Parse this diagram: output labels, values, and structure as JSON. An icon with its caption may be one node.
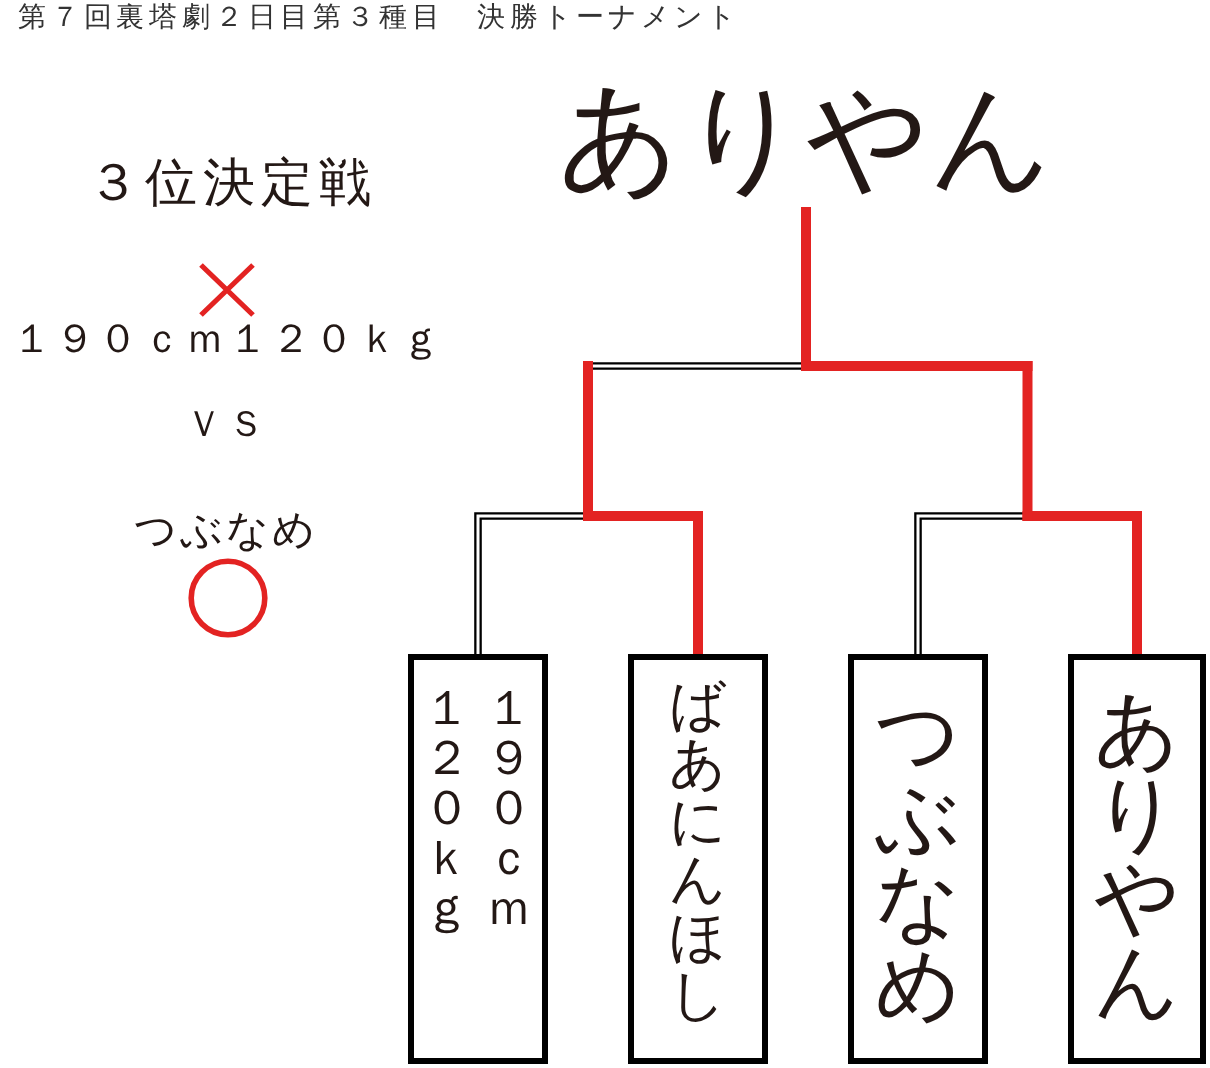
{
  "diagram": {
    "title": "第７回裏塔劇２日目第３種目　決勝トーナメント",
    "nodes": [
      {
        "text": [
          "ありやん"
        ]
      },
      {
        "text": [
          "１９０ｃｍ１２０ｋｇ"
        ]
      },
      {
        "text": [
          "ばあにんほし"
        ]
      },
      {
        "text": [
          "つぶなめ"
        ]
      },
      {
        "text": [
          "ありやん"
        ]
      }
    ],
    "edges": [
      {
        "from": 1,
        "to": 0,
        "arrow": "none"
      },
      {
        "from": 2,
        "to": 0,
        "arrow": "none",
        "color": "#e32322"
      },
      {
        "from": 3,
        "to": 0,
        "arrow": "none"
      },
      {
        "from": 4,
        "to": 0,
        "arrow": "none",
        "color": "#e32322"
      }
    ],
    "labels": [
      "３位決定戦",
      "１９０ｃｍ１２０ｋｇ",
      "ＶＳ",
      "つぶなめ"
    ]
  }
}
